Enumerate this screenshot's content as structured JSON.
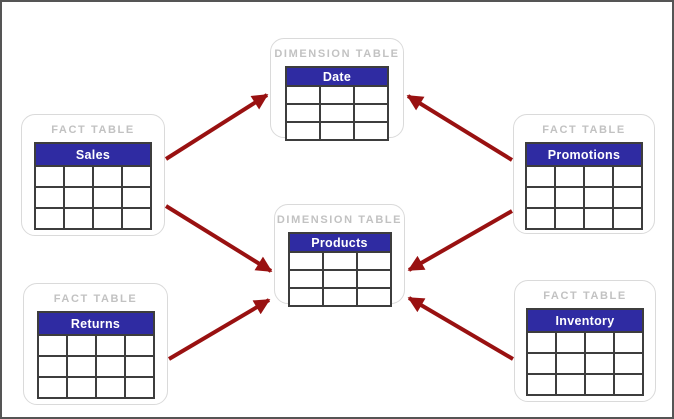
{
  "diagram": {
    "cards": {
      "date": {
        "type_label": "DIMENSION TABLE",
        "table_name": "Date",
        "columns": 3,
        "rows": 3
      },
      "sales": {
        "type_label": "FACT TABLE",
        "table_name": "Sales",
        "columns": 4,
        "rows": 3
      },
      "promotions": {
        "type_label": "FACT TABLE",
        "table_name": "Promotions",
        "columns": 4,
        "rows": 3
      },
      "products": {
        "type_label": "DIMENSION TABLE",
        "table_name": "Products",
        "columns": 3,
        "rows": 3
      },
      "returns": {
        "type_label": "FACT TABLE",
        "table_name": "Returns",
        "columns": 4,
        "rows": 3
      },
      "inventory": {
        "type_label": "FACT TABLE",
        "table_name": "Inventory",
        "columns": 4,
        "rows": 3
      }
    },
    "connections": [
      {
        "from": "Sales",
        "to": "Date"
      },
      {
        "from": "Sales",
        "to": "Products"
      },
      {
        "from": "Promotions",
        "to": "Date"
      },
      {
        "from": "Promotions",
        "to": "Products"
      },
      {
        "from": "Returns",
        "to": "Products"
      },
      {
        "from": "Inventory",
        "to": "Products"
      }
    ],
    "colors": {
      "table_header_blue": "#2F2BA2",
      "arrow_red": "#991111",
      "card_label_gray": "#C2C2C2",
      "grid_border": "#3D3D3D"
    }
  }
}
